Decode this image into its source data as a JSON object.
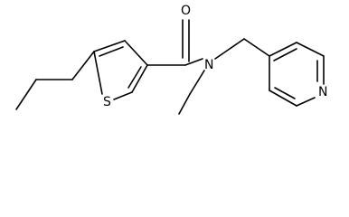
{
  "structure": {
    "atoms": {
      "oxygen": "O",
      "amide_nitrogen": "N",
      "sulfur": "S",
      "pyridine_nitrogen": "N"
    },
    "colors": {
      "bond": "#000000",
      "label": "#000000",
      "background": "#ffffff"
    }
  }
}
